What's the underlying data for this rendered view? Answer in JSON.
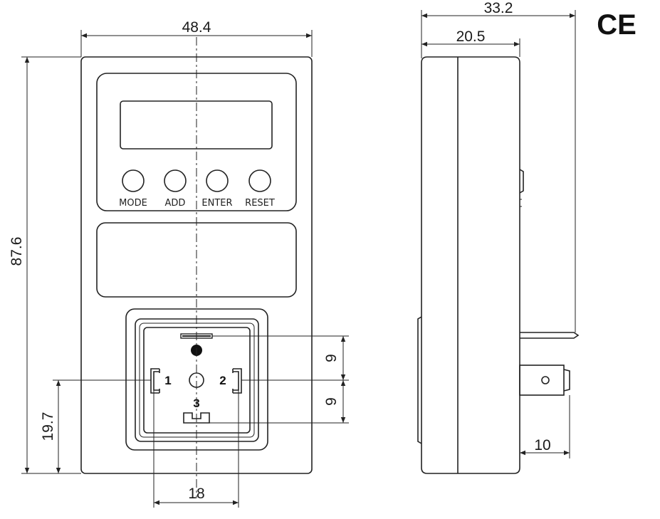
{
  "dimensions": {
    "front_width": "48.4",
    "front_height": "87.6",
    "pin_offset_height": "19.7",
    "pin_spacing": "18",
    "pin_upper_gap": "9",
    "pin_lower_gap": "9",
    "side_depth_total": "33.2",
    "side_depth_body": "20.5",
    "side_plug_length": "10"
  },
  "buttons": [
    {
      "label": "MODE"
    },
    {
      "label": "ADD"
    },
    {
      "label": "ENTER"
    },
    {
      "label": "RESET"
    }
  ],
  "pins": {
    "pin1": "1",
    "pin2": "2",
    "pin3": "3"
  },
  "certification": "CE"
}
